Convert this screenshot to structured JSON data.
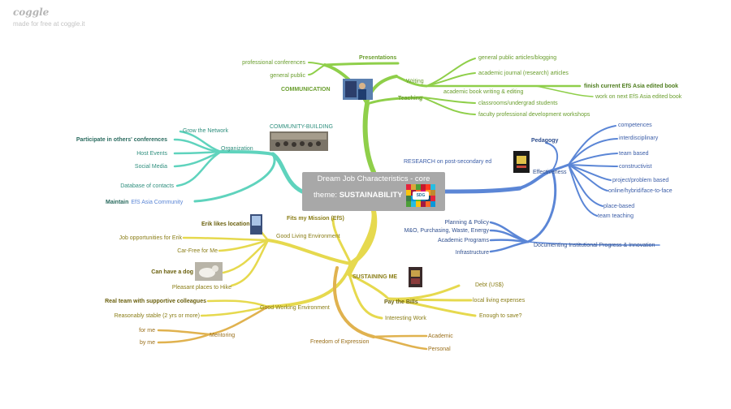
{
  "brand": {
    "logo": "coggle",
    "tagline": "made for free at coggle.it"
  },
  "center": {
    "line1": "Dream Job Characteristics - core",
    "line2_prefix": "theme:",
    "line2_bold": "SUSTAINABILITY"
  },
  "colors": {
    "green": "#8fcf4a",
    "teal": "#5fd3bd",
    "blue": "#5b86d6",
    "yellow": "#e6d94e",
    "orange": "#e0b24f",
    "center": "#a8a8a8"
  },
  "branches": {
    "communication": {
      "title": "COMMUNICATION",
      "presentations": {
        "title": "Presentations",
        "items": [
          "professional conferences",
          "general public"
        ]
      },
      "writing": {
        "title": "Writing",
        "items": [
          "general public articles/blogging",
          "academic journal (research) articles"
        ],
        "book": "academic book writing & editing",
        "book_items": [
          "finish current EfS Asia edited book",
          "work on next EfS Asia edited book"
        ]
      },
      "teaching": {
        "title": "Teaching",
        "items": [
          "classrooms/undergrad students",
          "faculty professional development workshops"
        ]
      }
    },
    "community": {
      "title": "COMMUNITY-BUILDING",
      "organization": {
        "title": "Organization",
        "items": [
          "Grow the Network",
          "Participate in others' conferences",
          "Host Events",
          "Social Media",
          "Database of contacts"
        ]
      },
      "maintain_prefix": "Maintain",
      "maintain_suffix": "EfS Asia Community"
    },
    "research": {
      "title": "RESEARCH on post-secondary ed",
      "pedagogy": "Pedagogy",
      "effectiveness": "Effectiveness",
      "pedagogy_items": [
        "competences",
        "interdisciplinary",
        "team based",
        "constructivist",
        "project/problem based",
        "online/hybrid/face-to-face",
        "place-based",
        "team teaching"
      ],
      "documenting": "Documenting Institutional Progress & Innovation",
      "documenting_items": [
        "Planning & Policy",
        "M&O, Purchasing, Waste, Energy",
        "Academic Programs",
        "Infrastructure"
      ]
    },
    "fits": {
      "title": "Fits my Mission (EfS)",
      "living": {
        "title": "Good Living Environment",
        "items": [
          "Erik likes location",
          "Job opportunities for Erik",
          "Car-Free for Me",
          "Can have a dog",
          "Pleasant places to Hike"
        ]
      },
      "working": {
        "title": "Good Working Environment",
        "items": [
          "Real team with supportive colleagues",
          "Reasonably stable (2 yrs or more)"
        ],
        "mentoring": "Mentoring",
        "mentoring_items": [
          "for me",
          "by me"
        ]
      }
    },
    "sustaining": {
      "title": "SUSTAINING ME",
      "bills": {
        "title": "Pay the Bills",
        "items": [
          "Debt (US$)",
          "local living expenses",
          "Enough to save?"
        ]
      },
      "interesting": "Interesting Work",
      "freedom": {
        "title": "Freedom of Expression",
        "items": [
          "Academic",
          "Personal"
        ]
      }
    }
  }
}
